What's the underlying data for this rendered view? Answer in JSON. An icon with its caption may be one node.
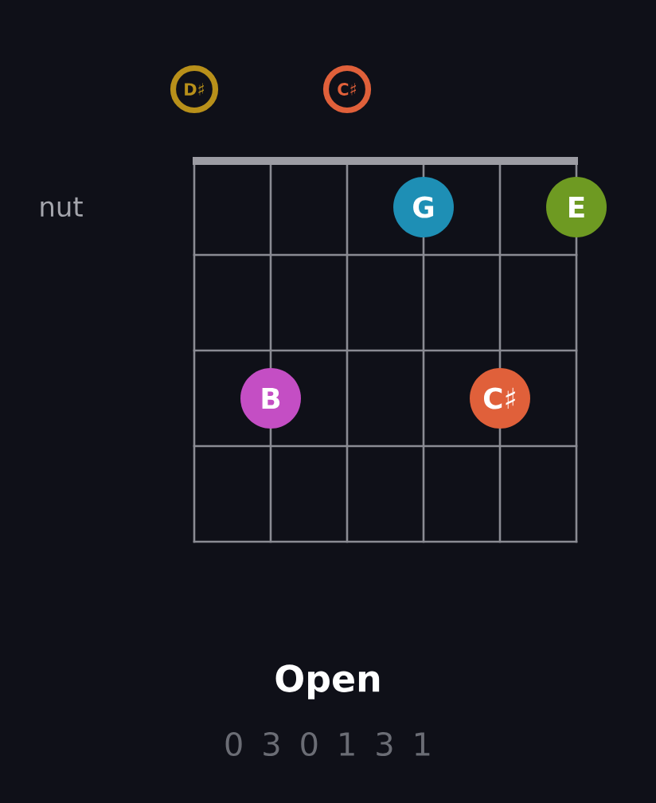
{
  "diagram": {
    "title": "Open",
    "nodes": [
      {
        "text": [
          "D♯"
        ]
      },
      {
        "text": [
          "C♯"
        ]
      },
      {
        "text": [
          "G"
        ]
      },
      {
        "text": [
          "E"
        ]
      },
      {
        "text": [
          "B"
        ]
      },
      {
        "text": [
          "C♯"
        ]
      }
    ],
    "labels": [
      "nut",
      "0 3 0 1 3 1"
    ]
  }
}
